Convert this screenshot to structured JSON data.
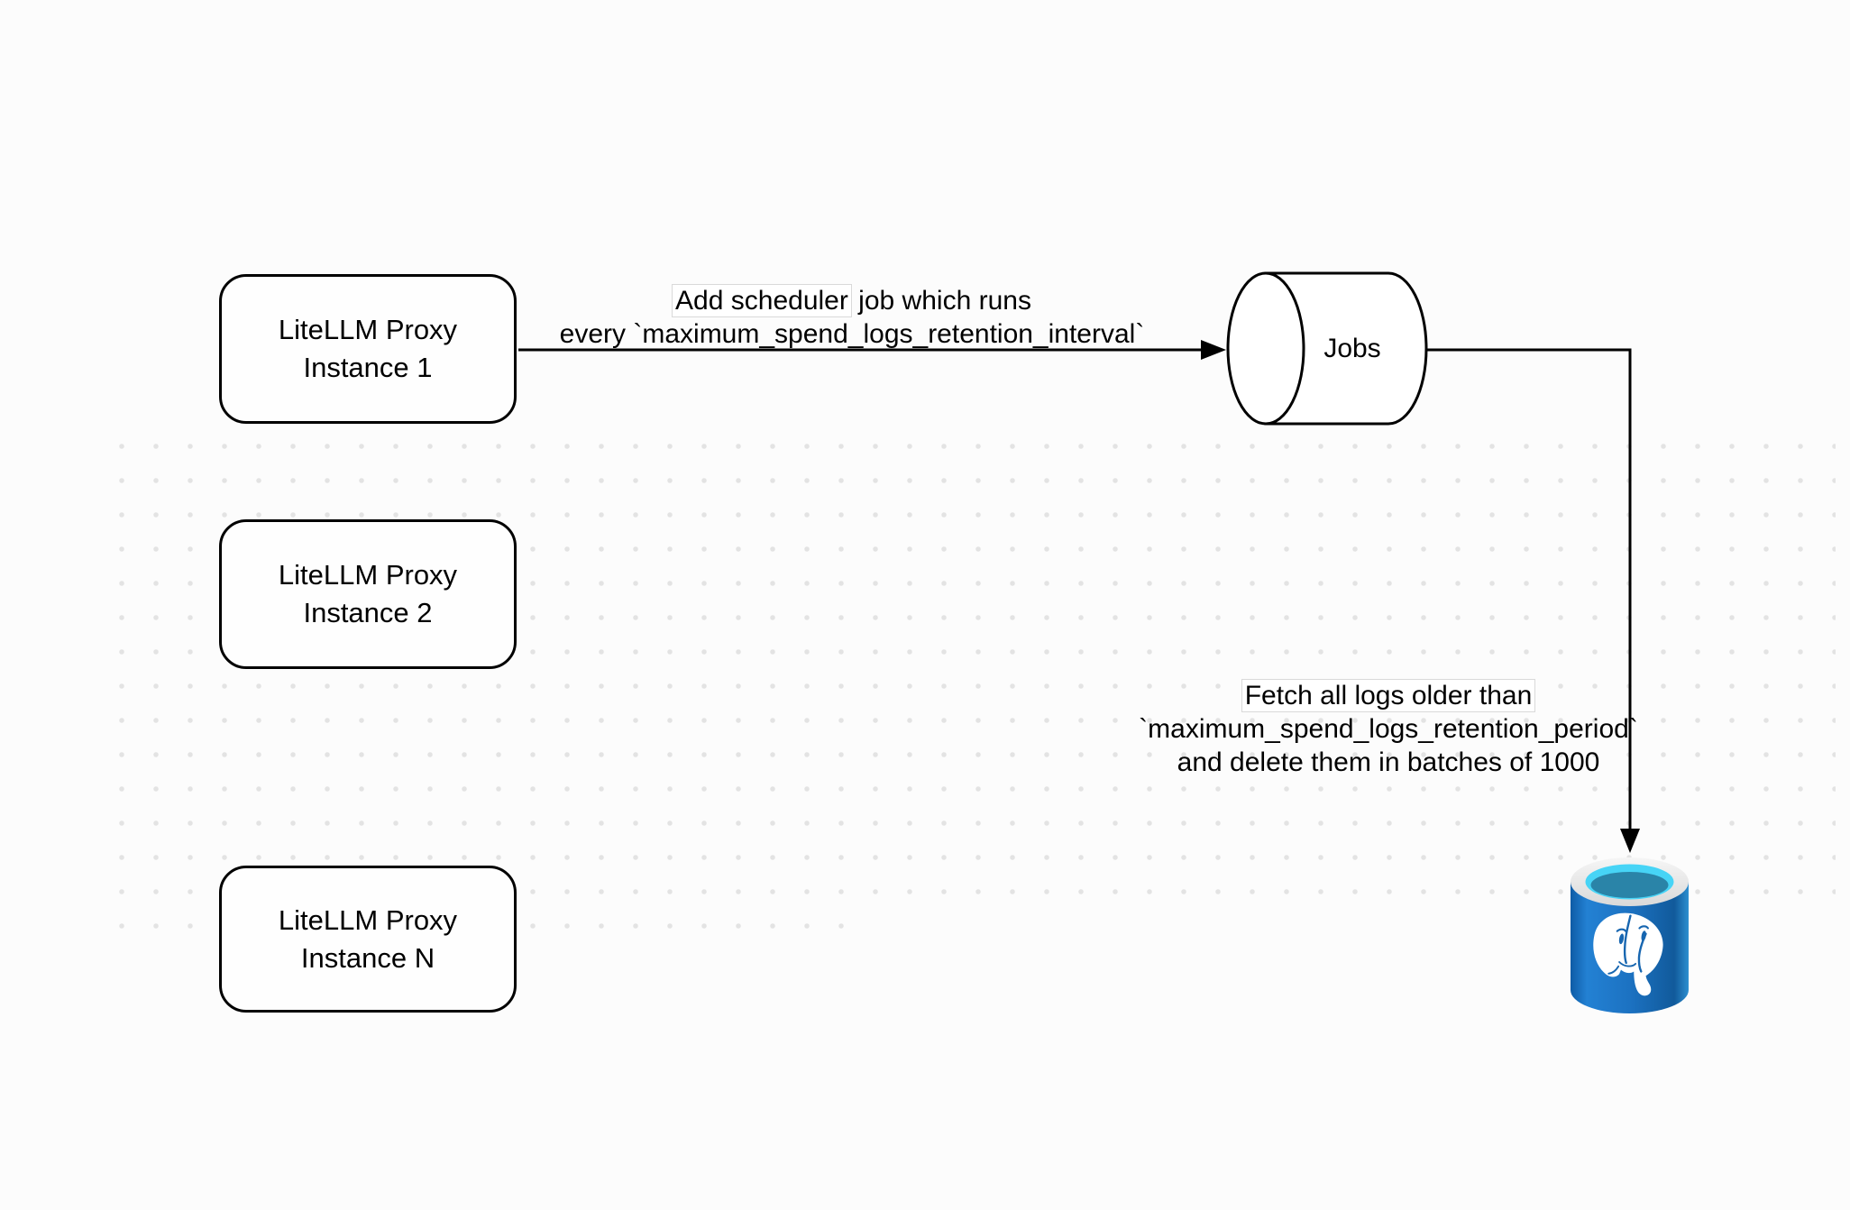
{
  "diagram": {
    "nodes": [
      {
        "id": "proxy-1",
        "line1": "LiteLLM Proxy",
        "line2": "Instance 1"
      },
      {
        "id": "proxy-2",
        "line1": "LiteLLM Proxy",
        "line2": "Instance 2"
      },
      {
        "id": "proxy-n",
        "line1": "LiteLLM Proxy",
        "line2": "Instance N"
      }
    ],
    "queue": {
      "label": "Jobs"
    },
    "database": {
      "icon": "postgresql-database-icon"
    },
    "edges": [
      {
        "from": "proxy-1",
        "to": "jobs-queue",
        "label": {
          "line1_highlight": "Add scheduler",
          "line1_rest": " job which runs",
          "line2": "every `maximum_spend_logs_retention_interval`"
        }
      },
      {
        "from": "jobs-queue",
        "to": "postgresql-database",
        "label": {
          "line1": "Fetch all logs older than",
          "line2": "`maximum_spend_logs_retention_period`",
          "line3": "and delete them in batches of 1000"
        }
      }
    ],
    "colors": {
      "background": "#fcfcfc",
      "dot_grid": "#e3e3e3",
      "node_border": "#000000",
      "node_fill": "#fefefe",
      "edge_line": "#000000",
      "label_box_border": "#d9d9d9",
      "postgres_body_blue": "#1c72c2",
      "postgres_body_dark": "#115a9b",
      "postgres_rim_gray": "#ededed",
      "postgres_cyan": "#47d4f6",
      "postgres_teal": "#2a84a8",
      "elephant_white": "#ffffff"
    }
  }
}
